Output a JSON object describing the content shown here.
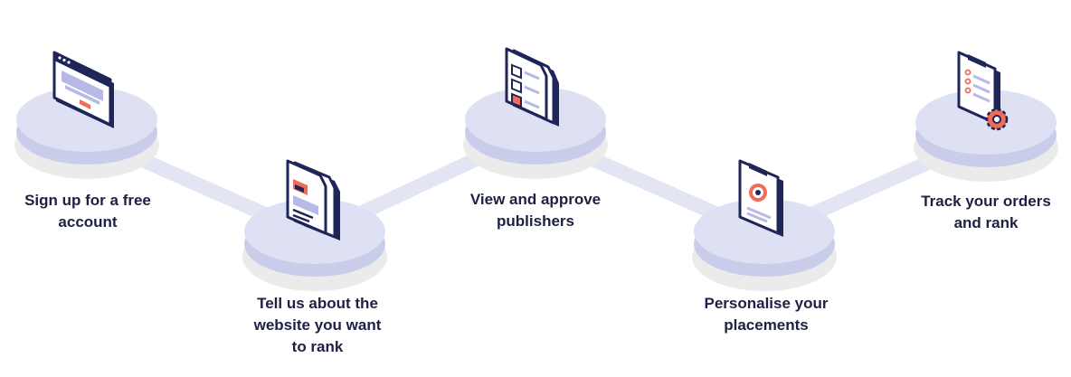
{
  "steps": [
    {
      "lines": [
        "Sign  up for a free",
        "account"
      ],
      "icon": "browser-window-icon"
    },
    {
      "lines": [
        "Tell us about the",
        "website you want",
        "to rank"
      ],
      "icon": "folder-document-icon"
    },
    {
      "lines": [
        "View and approve",
        "publishers"
      ],
      "icon": "checklist-documents-icon"
    },
    {
      "lines": [
        "Personalise your",
        "placements"
      ],
      "icon": "target-clipboard-icon"
    },
    {
      "lines": [
        "Track your orders",
        "and rank"
      ],
      "icon": "clipboard-gear-icon"
    }
  ],
  "colors": {
    "navy": "#1d2559",
    "accent": "#f26b55",
    "platform": "#dde1f3",
    "connector": "#e3e5f5",
    "paper": "#ffffff",
    "lavender": "#b7b9e6"
  }
}
